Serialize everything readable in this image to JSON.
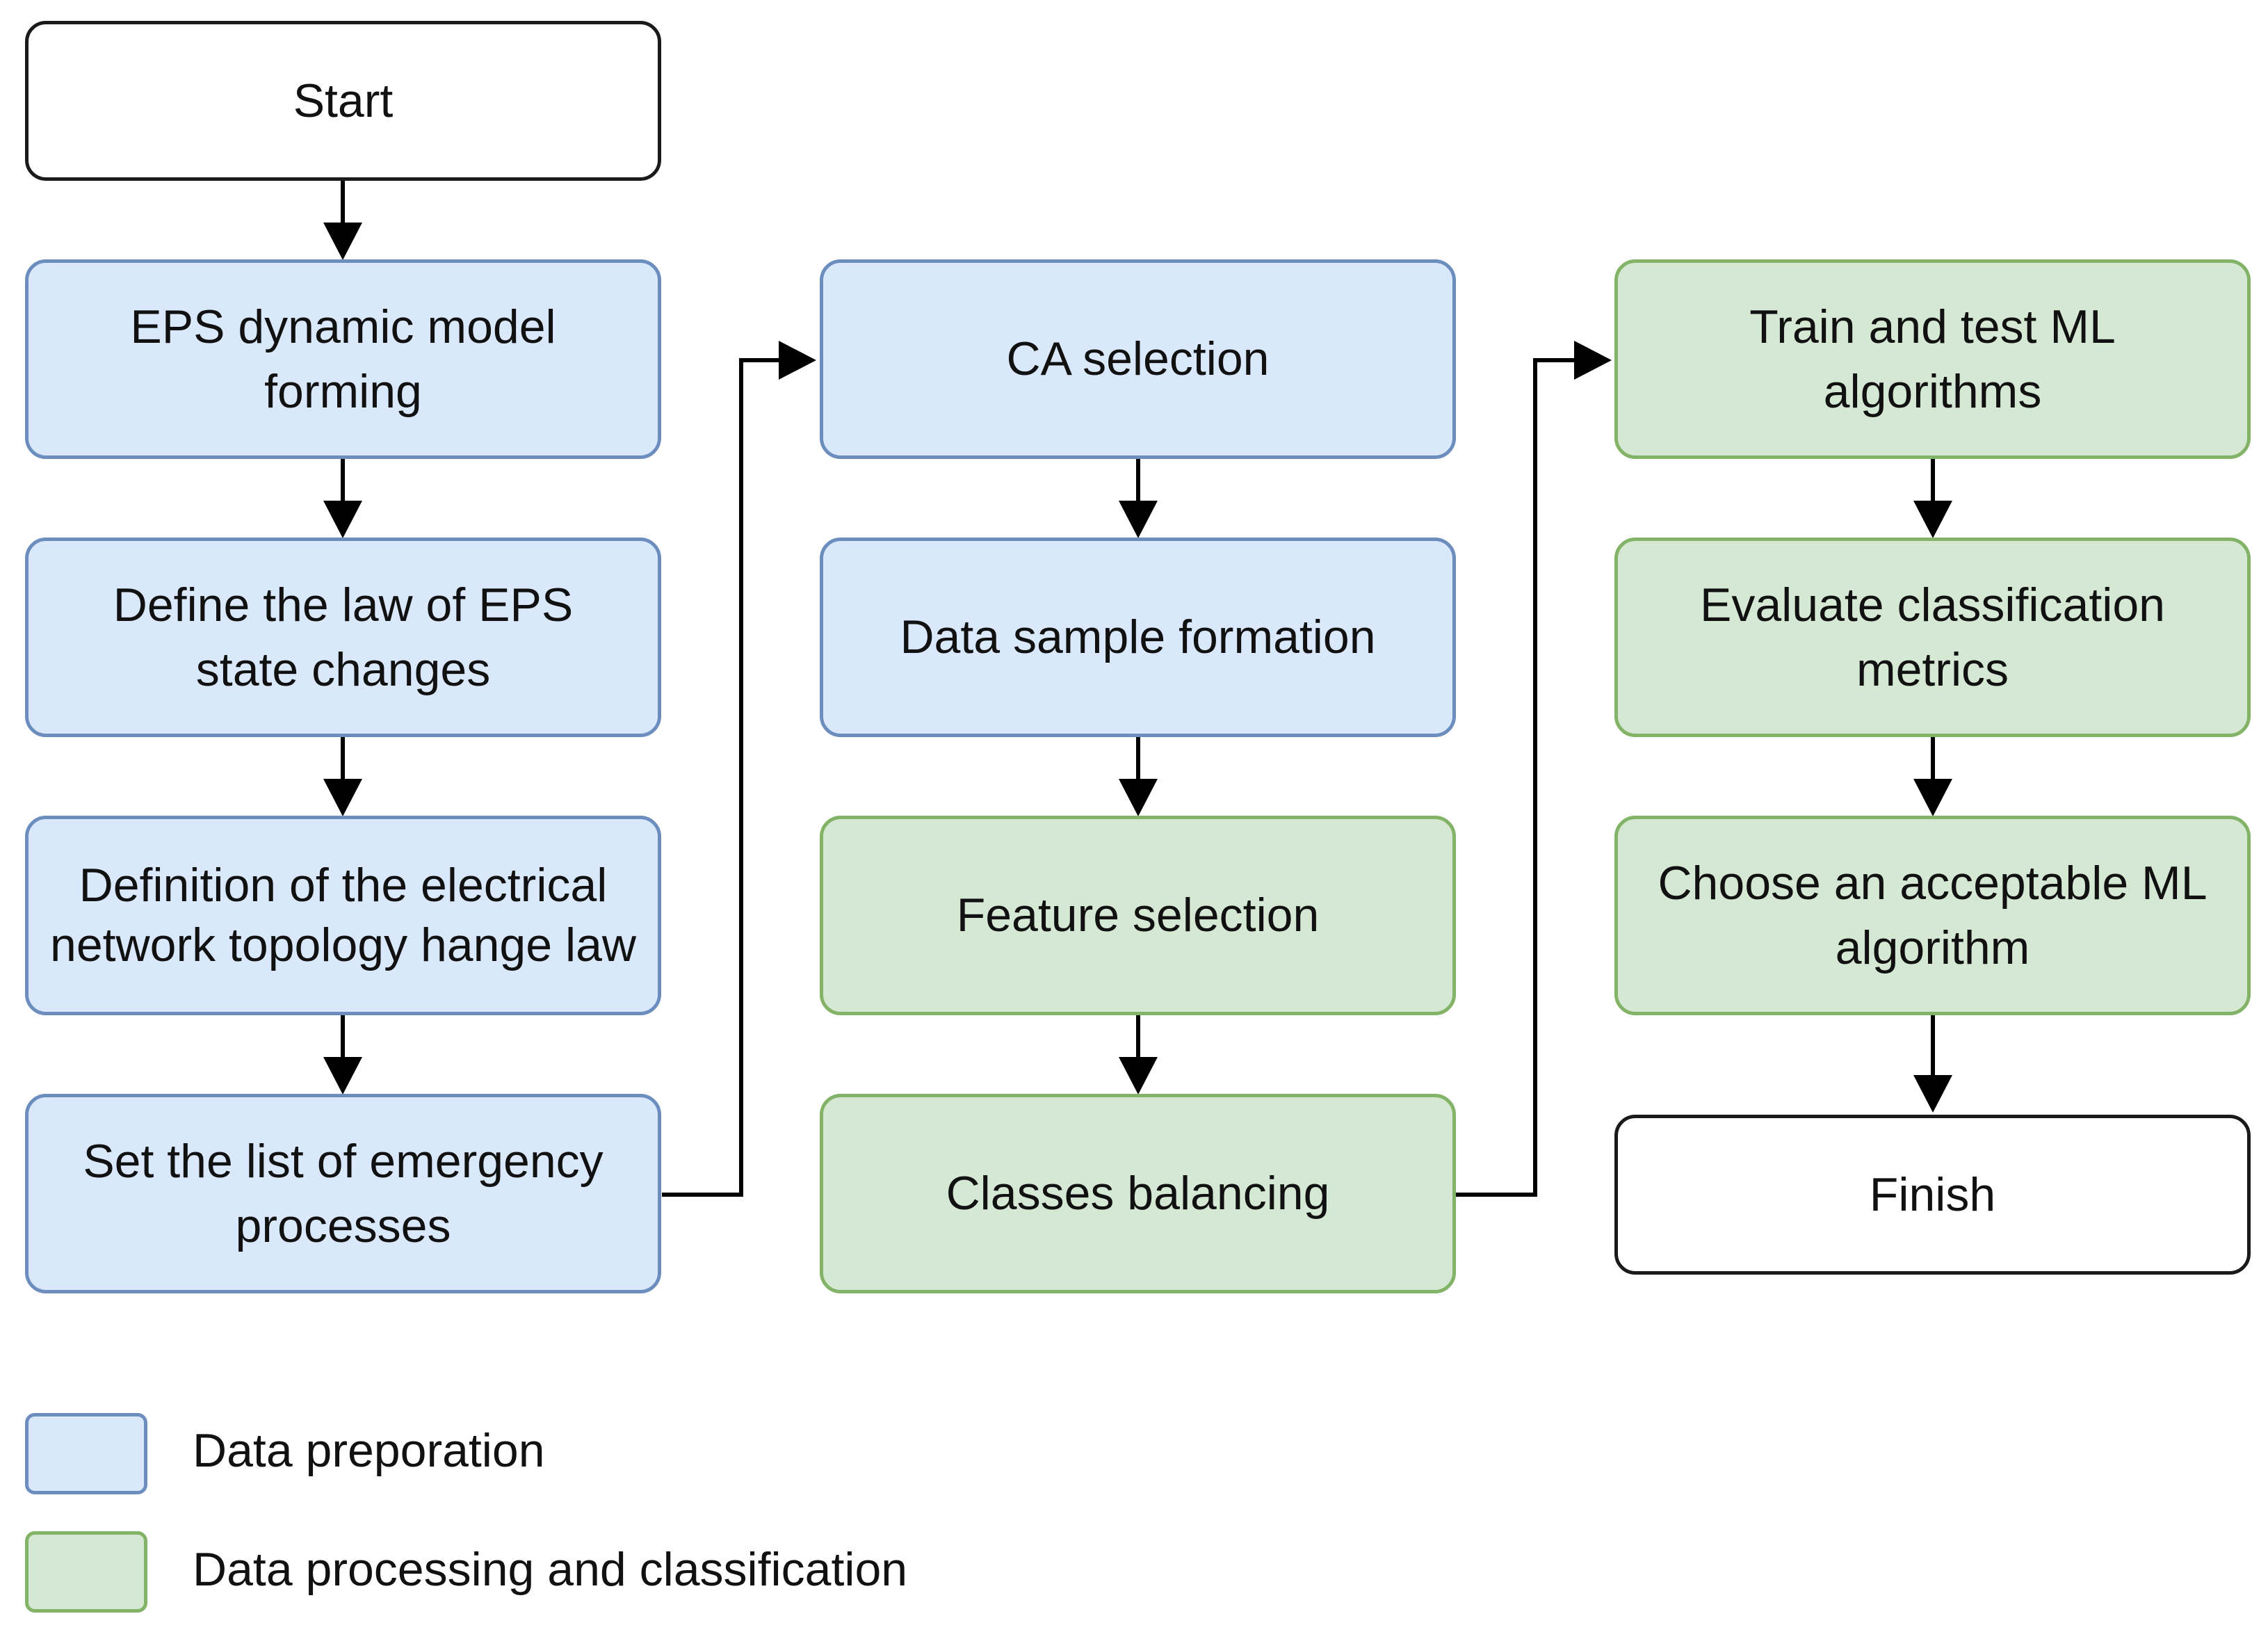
{
  "nodes": {
    "start": "Start",
    "eps_model": "EPS dynamic model forming",
    "law_state": "Define the law of EPS state changes",
    "topology_law": "Definition of the electrical network topology hange law",
    "emergency_list": "Set the list of emergency processes",
    "ca_selection": "CA selection",
    "data_sample": "Data sample formation",
    "feature_selection": "Feature selection",
    "classes_balancing": "Classes balancing",
    "train_test": "Train and test ML algorithms",
    "evaluate_metrics": "Evaluate classification metrics",
    "choose_algorithm": "Choose an acceptable ML algorithm",
    "finish": "Finish"
  },
  "legend": {
    "prep": {
      "label": "Data preporation",
      "fill": "#dae8fc",
      "stroke": "#6c8ebf"
    },
    "proc": {
      "label": "Data processing and classification",
      "fill": "#d5e8d4",
      "stroke": "#82b366"
    }
  },
  "colors": {
    "arrow": "#000000",
    "terminal_stroke": "#1a1a1a"
  }
}
